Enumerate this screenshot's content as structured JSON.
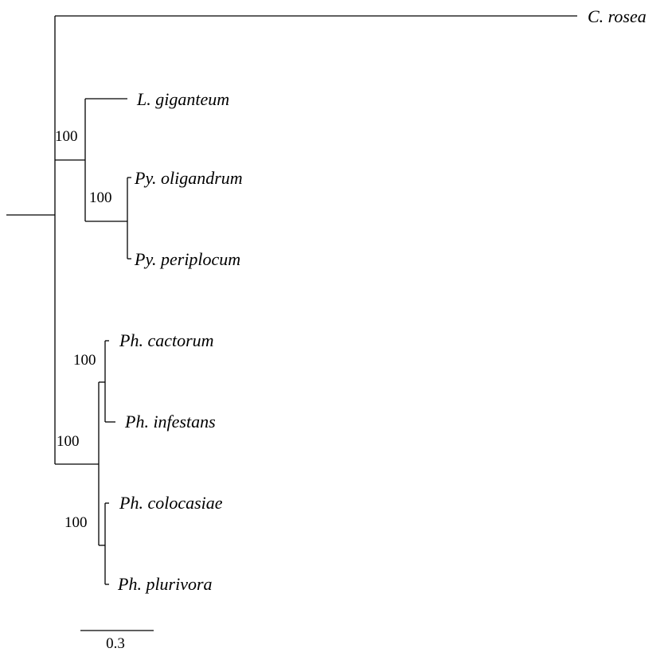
{
  "taxa": {
    "c_rosea": "C. rosea",
    "l_giganteum": "L. giganteum",
    "py_oligandrum": "Py. oligandrum",
    "py_periplocum": "Py. periplocum",
    "ph_cactorum": "Ph. cactorum",
    "ph_infestans": "Ph. infestans",
    "ph_colocasiae": "Ph. colocasiae",
    "ph_plurivora": "Ph. plurivora"
  },
  "bootstrap": {
    "node_pythium_lagenidium": "100",
    "node_pythium": "100",
    "node_phytophthora": "100",
    "node_cactorum_infestans": "100",
    "node_colocasiae_plurivora": "100"
  },
  "scale_bar": {
    "label": "0.3"
  }
}
